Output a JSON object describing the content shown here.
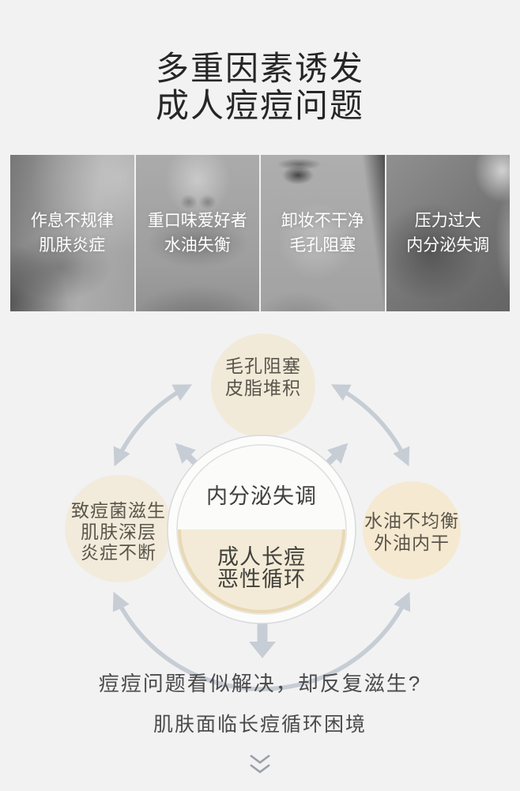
{
  "title": {
    "line1": "多重因素诱发",
    "line2": "成人痘痘问题"
  },
  "photos": [
    {
      "caption_line1": "作息不规律",
      "caption_line2": "肌肤炎症"
    },
    {
      "caption_line1": "重口味爱好者",
      "caption_line2": "水油失衡"
    },
    {
      "caption_line1": "卸妆不干净",
      "caption_line2": "毛孔阻塞"
    },
    {
      "caption_line1": "压力过大",
      "caption_line2": "内分泌失调"
    }
  ],
  "cycle_diagram": {
    "arrow_color": "#c7cdd5",
    "ring_stroke": "#d6d9dc",
    "top_circle": {
      "fill": "#f2ead9",
      "lines": [
        "毛孔阻塞",
        "皮脂堆积"
      ]
    },
    "left_circle": {
      "fill": "#f2ebdb",
      "lines": [
        "致痘菌滋生",
        "肌肤深层",
        "炎症不断"
      ]
    },
    "right_circle": {
      "fill": "#f5e9d1",
      "lines": [
        "水油不均衡",
        "外油内干"
      ]
    },
    "center_circle": {
      "ring_fill": "#fcfcfb",
      "top_fill": "#fbfbfa",
      "bottom_fill": "#f3ebd7",
      "bottom_rim": "#e6d2a8",
      "top_label": "内分泌失调",
      "bottom_lines": [
        "成人长痘",
        "恶性循环"
      ]
    }
  },
  "footer": {
    "line1": "痘痘问题看似解决，却反复滋生?",
    "line2": "肌肤面临长痘循环困境",
    "scroll_icon": "chevron-down-double",
    "chevron_color": "#9aa0a5"
  }
}
